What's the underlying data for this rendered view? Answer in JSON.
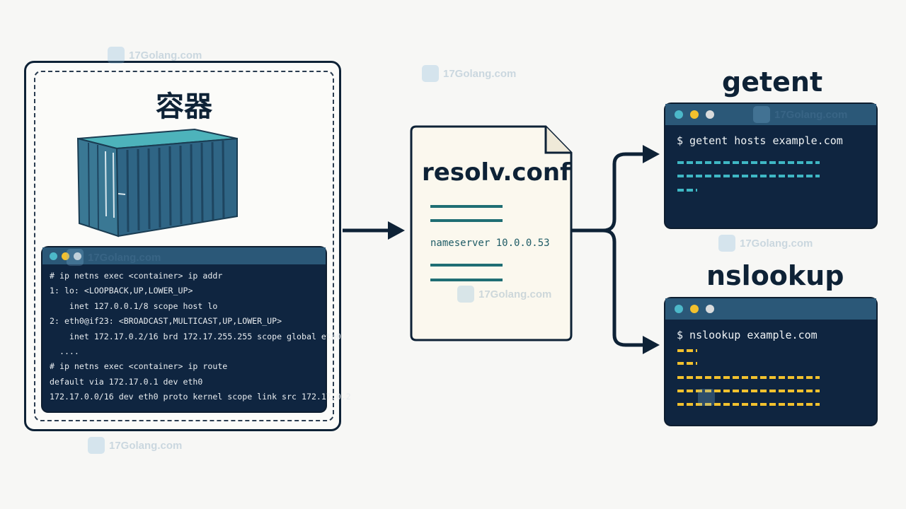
{
  "container": {
    "title": "容器",
    "terminal_lines": [
      "# ip netns exec <container> ip addr",
      "1: lo: <LOOPBACK,UP,LOWER_UP>",
      "    inet 127.0.0.1/8 scope host lo",
      "2: eth0@if23: <BROADCAST,MULTICAST,UP,LOWER_UP>",
      "    inet 172.17.0.2/16 brd 172.17.255.255 scope global eth0",
      "  ....",
      "# ip netns exec <container> ip route",
      "default via 172.17.0.1 dev eth0",
      "172.17.0.0/16 dev eth0 proto kernel scope link src 172.17.0.2"
    ]
  },
  "file": {
    "title": "resolv.conf",
    "nameserver": "nameserver 10.0.0.53"
  },
  "getent": {
    "label": "getent",
    "command": "$ getent hosts example.com"
  },
  "nslookup": {
    "label": "nslookup",
    "command": "$ nslookup example.com"
  },
  "watermark": {
    "text": "17Golang.com"
  },
  "colors": {
    "navy": "#0e2236",
    "terminal_bg": "#0f2540",
    "teal": "#3fb7c4",
    "yellow": "#f2c12e"
  }
}
